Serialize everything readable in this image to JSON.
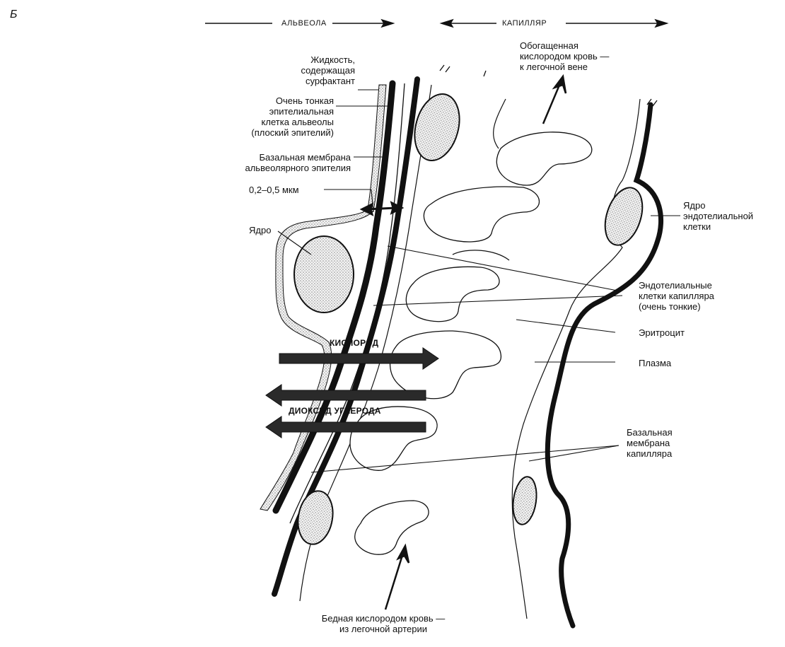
{
  "panel_label": "Б",
  "header": {
    "alveola": "АЛЬВЕОЛА",
    "capillary": "КАПИЛЛЯР"
  },
  "labels": {
    "fluid_surfactant": "Жидкость,\nсодержащая\nсурфактант",
    "epithelial_cell": "Очень тонкая\nэпителиальная\nклетка альвеолы\n(плоский эпителий)",
    "basal_membrane_epithelium": "Базальная мембрана\nальвеолярного эпителия",
    "thickness": "0,2–0,5 мкм",
    "nucleus": "Ядро",
    "oxygen_rich_blood": "Обогащенная\nкислородом кровь —\nк легочной вене",
    "endothelial_nucleus": "Ядро\nэндотелиальной\nклетки",
    "endothelial_cells": "Эндотелиальные\nклетки капилляра\n(очень тонкие)",
    "erythrocyte": "Эритроцит",
    "plasma": "Плазма",
    "basal_membrane_capillary": "Базальная\nмембрана\nкапилляра",
    "oxygen_poor_blood": "Бедная кислородом кровь —\nиз легочной артерии"
  },
  "gases": {
    "oxygen": "КИСЛОРОД",
    "co2": "ДИОКСИД УГЛЕРОДА"
  },
  "colors": {
    "ink": "#111111",
    "stipple": "#cfcfcf",
    "arrow_fill": "#2a2a2a"
  }
}
